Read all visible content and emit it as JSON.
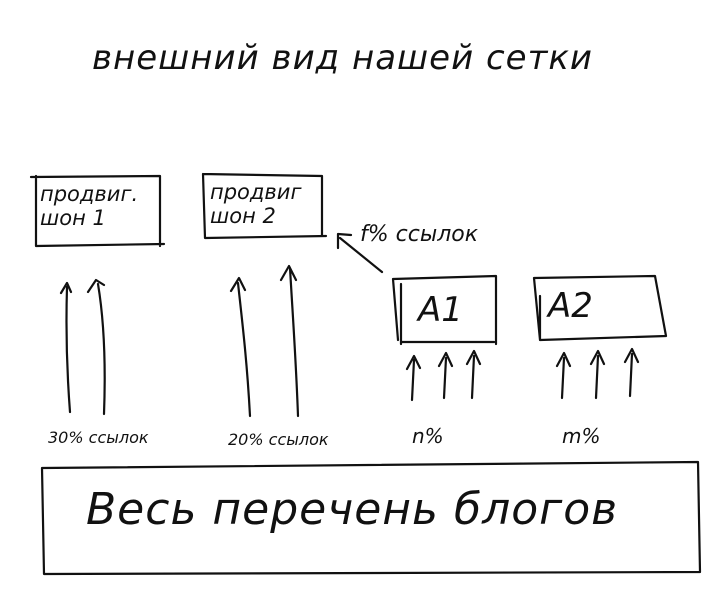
{
  "title": "внешний вид нашей сетки",
  "promo1": {
    "line1": "продвиг.",
    "line2": "шон 1"
  },
  "promo2": {
    "line1": "продвиг",
    "line2": "шон 2"
  },
  "a1": {
    "label": "А1"
  },
  "a2": {
    "label": "А2"
  },
  "f_links": "f% ссылок",
  "pct_30": "30% ссылок",
  "pct_20": "20% ссылок",
  "pct_n": "n%",
  "pct_m": "m%",
  "bottom": "Весь перечень блогов"
}
